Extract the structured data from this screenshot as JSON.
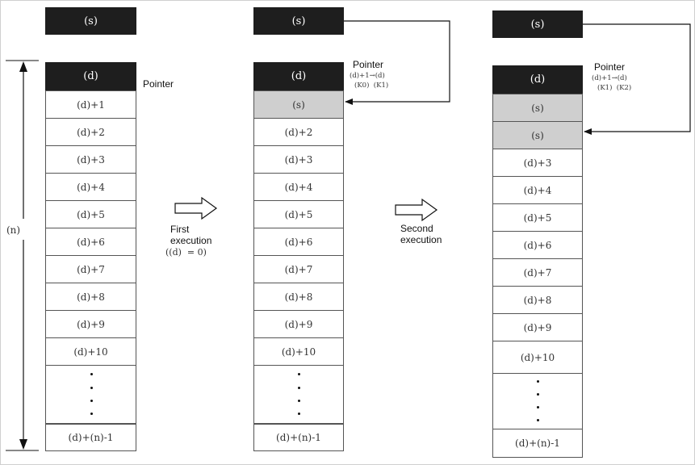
{
  "panels": [
    {
      "source": "(s)",
      "cells": [
        "(d)",
        "(d)+1",
        "(d)+2",
        "(d)+3",
        "(d)+4",
        "(d)+5",
        "(d)+6",
        "(d)+7",
        "(d)+8",
        "(d)+9",
        "(d)+10",
        "",
        "(d)+(n)-1"
      ],
      "pointer_label": "Pointer"
    },
    {
      "source": "(s)",
      "cells": [
        "(d)",
        "(s)",
        "(d)+2",
        "(d)+3",
        "(d)+4",
        "(d)+5",
        "(d)+6",
        "(d)+7",
        "(d)+8",
        "(d)+9",
        "(d)+10",
        "",
        "(d)+(n)-1"
      ],
      "pointer_label": "Pointer",
      "pointer_formula": "(d)+1→(d)",
      "pointer_values": "(K0)  (K1)"
    },
    {
      "source": "(s)",
      "cells": [
        "(d)",
        "(s)",
        "(s)",
        "(d)+3",
        "(d)+4",
        "(d)+5",
        "(d)+6",
        "(d)+7",
        "(d)+8",
        "(d)+9",
        "(d)+10",
        "",
        "(d)+(n)-1"
      ],
      "pointer_label": "Pointer",
      "pointer_formula": "(d)+1→(d)",
      "pointer_values": "(K1)  (K2)"
    }
  ],
  "n_label": "(n)",
  "transitions": [
    {
      "line1": "First",
      "line2": "execution",
      "condition": "((d)  = 0)"
    },
    {
      "line1": "Second",
      "line2": "execution"
    }
  ]
}
